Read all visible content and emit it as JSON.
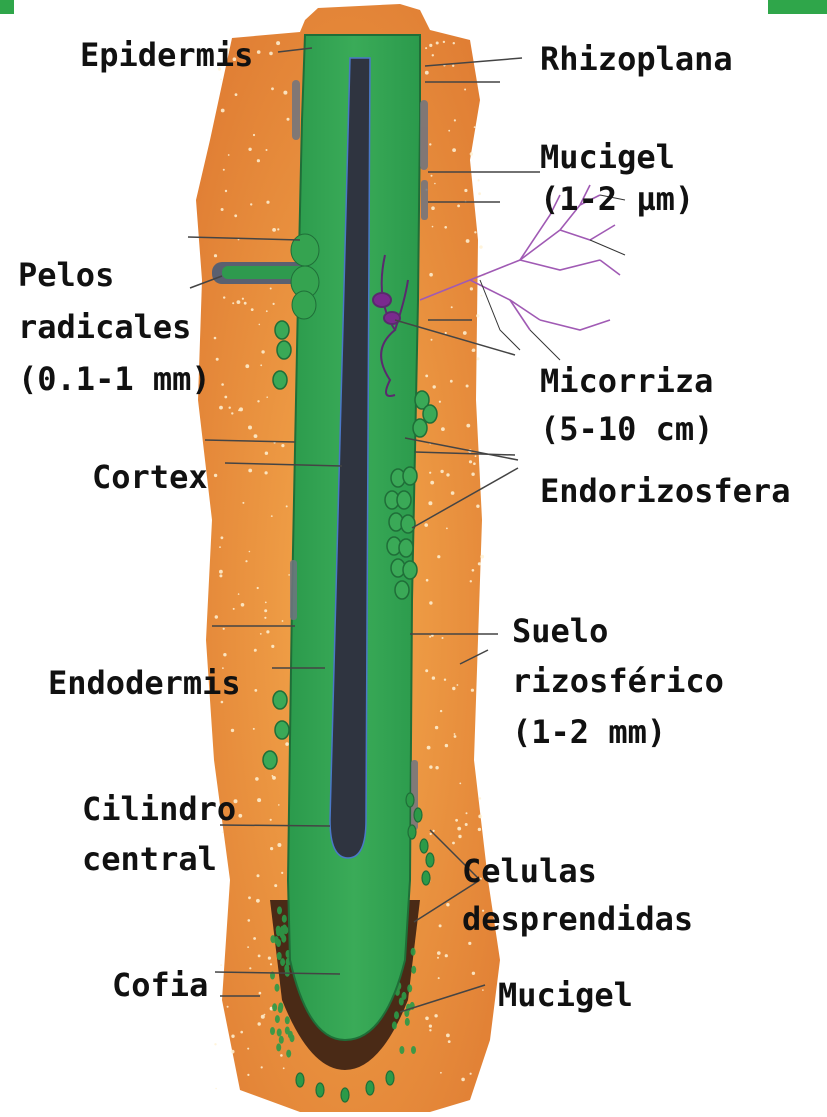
{
  "colors": {
    "soil": "#e2893a",
    "soil_light": "#f2a94a",
    "root": "#2e9a4e",
    "root_dark": "#1f6e38",
    "stele": "#2f3440",
    "cap": "#4a2a16",
    "mucigel": "#6f7480",
    "mycorrhiza": "#7a2a8e",
    "accent": "#2fa64a"
  },
  "labels": {
    "epidermis": "Epidermis",
    "rhizoplana": "Rhizoplana",
    "mucigel_1": "Mucigel",
    "mucigel_1_size": "(1-2 µm)",
    "pelos_1": "Pelos",
    "pelos_2": "radicales",
    "pelos_3": "(0.1-1 mm)",
    "micorriza": "Micorriza",
    "micorriza_size": "(5-10 cm)",
    "cortex": "Cortex",
    "endorizosfera": "Endorizosfera",
    "suelo_1": "Suelo",
    "suelo_2": "rizosférico",
    "suelo_3": "(1-2 mm)",
    "endodermis": "Endodermis",
    "cilindro_1": "Cilindro",
    "cilindro_2": "central",
    "celulas_1": "Celulas",
    "celulas_2": "desprendidas",
    "cofia": "Cofia",
    "mucigel_2": "Mucigel"
  }
}
